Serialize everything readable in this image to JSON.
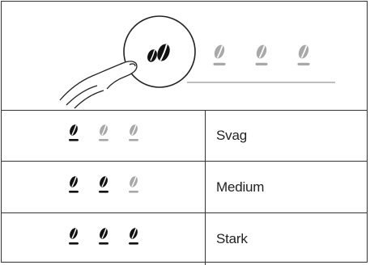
{
  "strength_table": {
    "selector_illustration": {
      "icon": "coffee-bean-double-icon",
      "indicators": [
        {
          "icon": "coffee-bean-icon",
          "active": false
        },
        {
          "icon": "coffee-bean-icon",
          "active": false
        },
        {
          "icon": "coffee-bean-icon",
          "active": false
        }
      ]
    },
    "rows": [
      {
        "label": "Svag",
        "active_beans": 1
      },
      {
        "label": "Medium",
        "active_beans": 2
      },
      {
        "label": "Stark",
        "active_beans": 3
      }
    ],
    "colors": {
      "active": "#111111",
      "inactive": "#a8a8a8",
      "line": "#333333"
    }
  }
}
